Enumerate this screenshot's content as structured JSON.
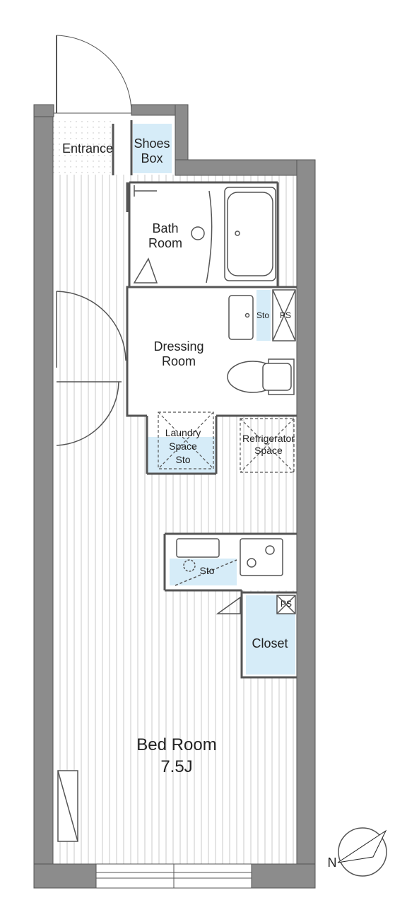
{
  "rooms": {
    "entrance": "Entrance",
    "shoes_box": "Shoes\nBox",
    "bath_room": "Bath\nRoom",
    "dressing_room": "Dressing\nRoom",
    "laundry_space": "Laundry\nSpace\nSto",
    "refrigerator_space": "Refrigerator\nSpace",
    "sto_kitchen": "Sto",
    "sto_dressing": "Sto",
    "ps_top": "PS",
    "ps_closet": "PS",
    "closet": "Closet",
    "bed_room": "Bed Room\n7.5J"
  },
  "compass": {
    "north_label": "N"
  },
  "colors": {
    "wall": "#8c8c8c",
    "wall_edge": "#555555",
    "floor_line": "#c8c8c8",
    "storage_fill": "#d6ecf8",
    "fixture_line": "#555555"
  }
}
